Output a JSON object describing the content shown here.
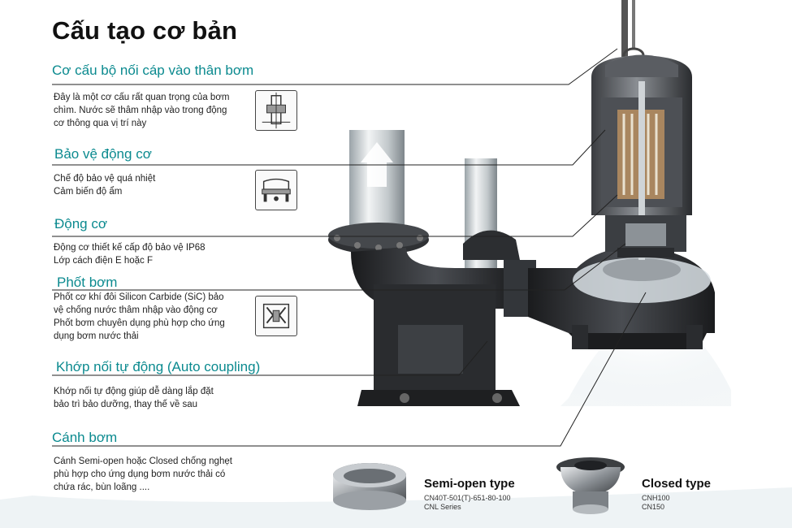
{
  "title": "Cấu tạo cơ bản",
  "sections": [
    {
      "heading": "Cơ cấu bộ nối cáp vào thân bơm",
      "lines": [
        "Đây là một cơ cấu rất quan trọng của bơm",
        "chìm. Nước sẽ thâm nhập vào trong động",
        "cơ thông qua vị trí này"
      ],
      "icon": "cable-connector-icon"
    },
    {
      "heading": "Bảo vệ động cơ",
      "lines": [
        "Chế độ bảo vệ quá nhiệt",
        "Cảm biến độ ẩm"
      ],
      "icon": "motor-protection-icon"
    },
    {
      "heading": "Động cơ",
      "lines": [
        "Động cơ thiết kế cấp độ bảo vệ IP68",
        "Lớp cách điện E hoặc F"
      ],
      "icon": ""
    },
    {
      "heading": "Phốt bơm",
      "lines": [
        "Phốt cơ khí đôi Silicon Carbide (SiC) bảo",
        "vệ chống nước thâm nhập vào động cơ",
        "Phốt bơm chuyên dụng phù hợp cho ứng",
        "dụng bơm nước thải"
      ],
      "icon": "mechanical-seal-icon"
    },
    {
      "heading": "Khớp nối tự động (Auto coupling)",
      "lines": [
        "Khớp nối tự động giúp dễ dàng lắp đặt",
        "bảo trì bảo dưỡng, thay thế về sau"
      ],
      "icon": ""
    },
    {
      "heading": "Cánh bơm",
      "lines": [
        "Cánh Semi-open hoặc Closed chống nghẹt",
        "phù hợp cho ứng dụng bơm nước thải có",
        "chứa rác, bùn loãng ...."
      ],
      "icon": ""
    }
  ],
  "impellers": [
    {
      "label": "Semi-open type",
      "codes": [
        "CN40T-501(T)-651-80-100",
        "CNL Series"
      ]
    },
    {
      "label": "Closed type",
      "codes": [
        "CNH100",
        "CN150"
      ]
    }
  ],
  "colors": {
    "heading": "#0b8a8f",
    "pump_body": "#2b2d30",
    "water": "#cfe3ea"
  }
}
